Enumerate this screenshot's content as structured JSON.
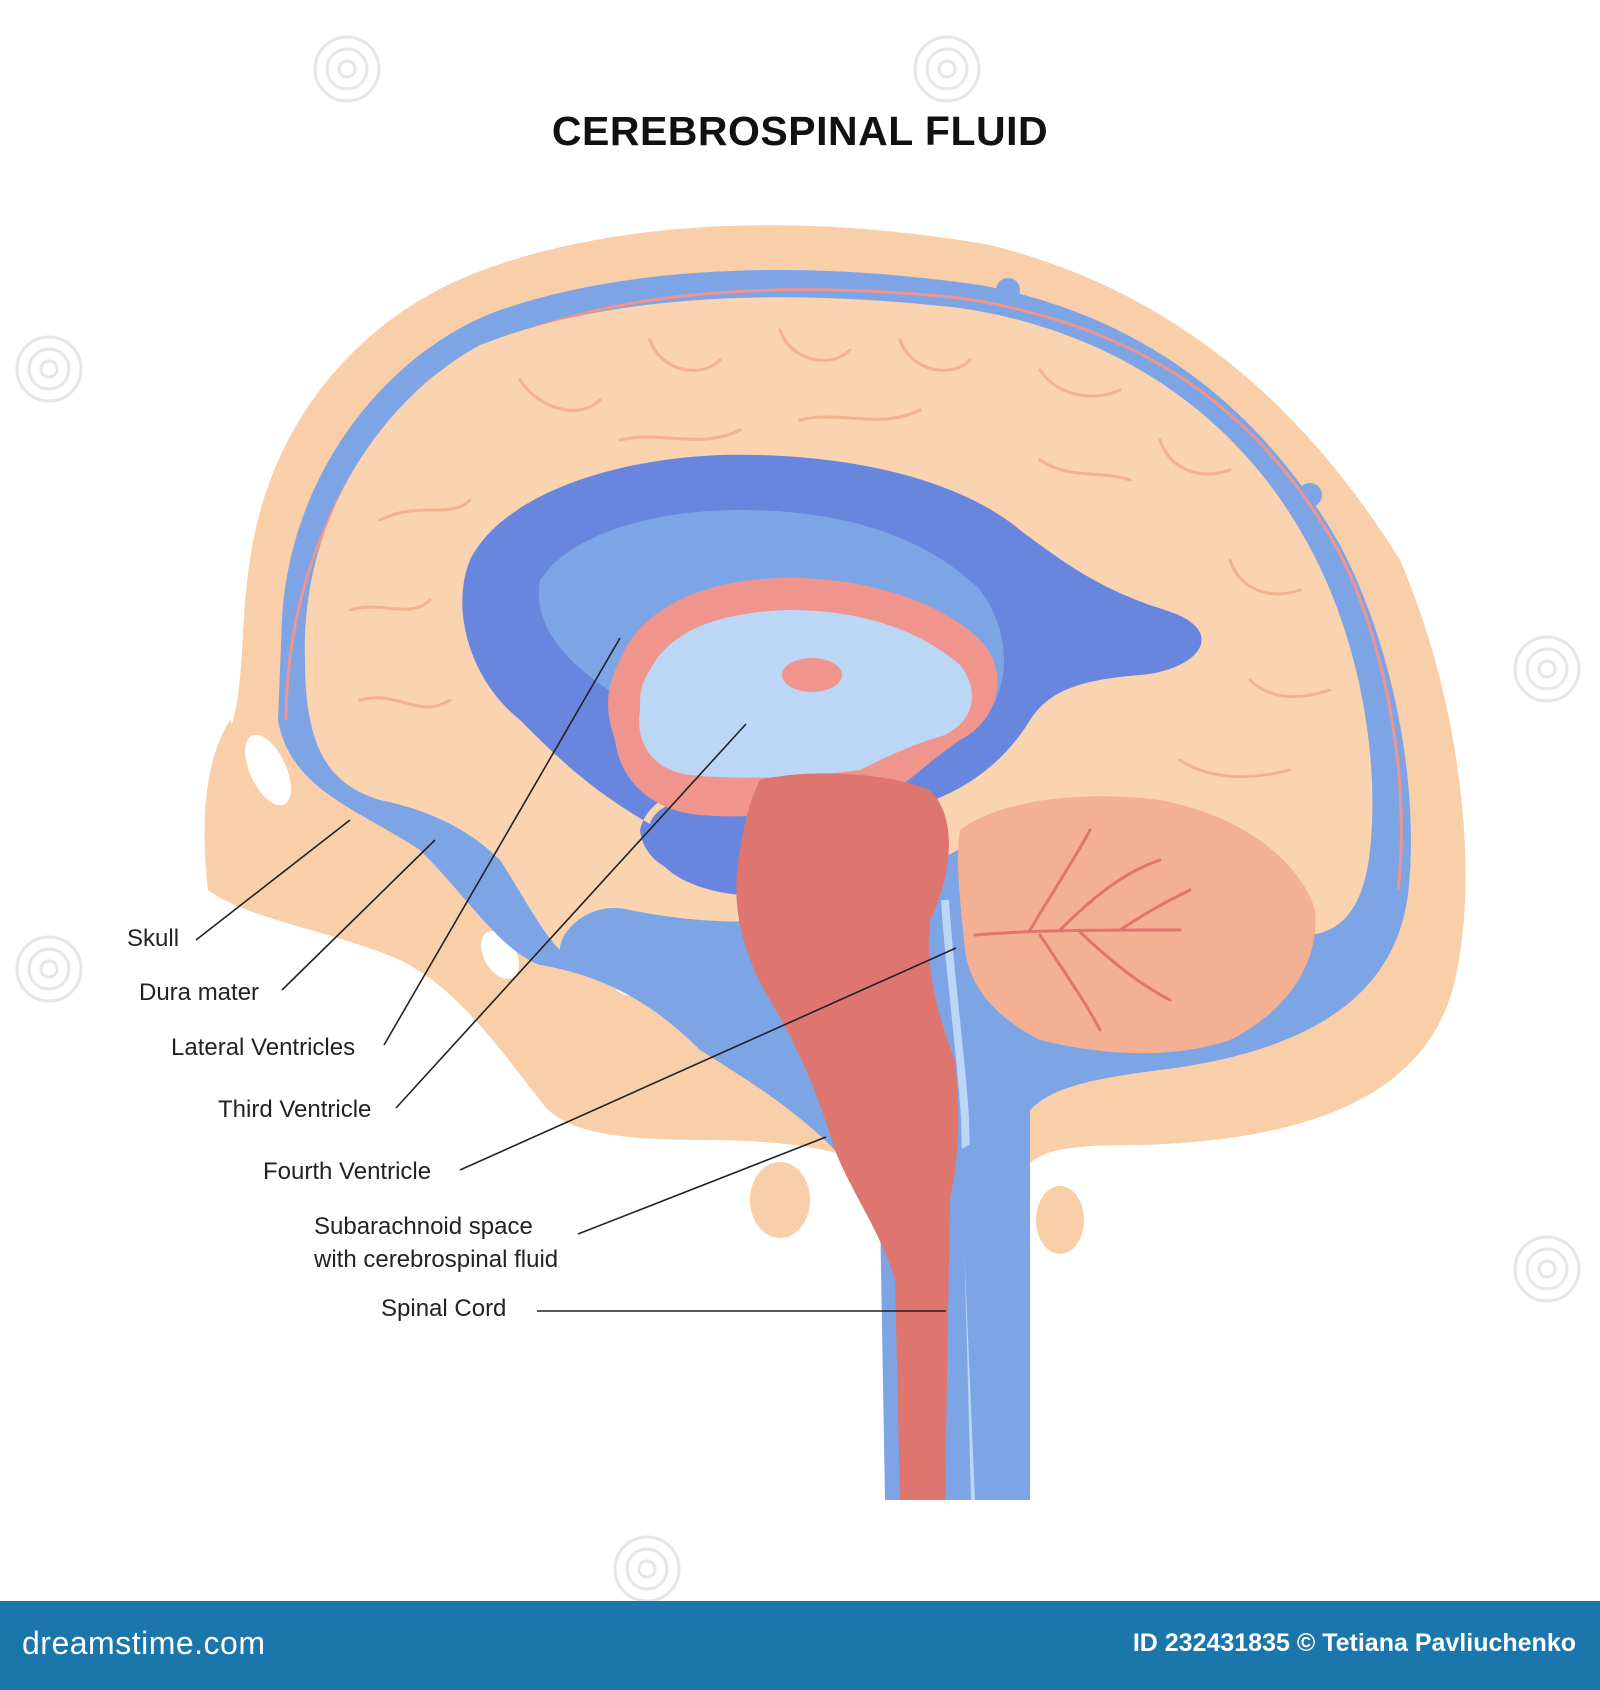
{
  "title": "CEREBROSPINAL FLUID",
  "labels": {
    "skull": "Skull",
    "dura_mater": "Dura mater",
    "lateral_ventricles": "Lateral Ventricles",
    "third_ventricle": "Third Ventricle",
    "fourth_ventricle": "Fourth Ventricle",
    "subarachnoid_line1": "Subarachnoid space",
    "subarachnoid_line2": "with cerebrospinal fluid",
    "spinal_cord": "Spinal Cord"
  },
  "footer": {
    "brand": "dreamstime.com",
    "credit": "ID 232431835 © Tetiana Pavliuchenko"
  },
  "colors": {
    "skull": "#f8cfa8",
    "csf": "#7da5e6",
    "brain": "#fad3b0",
    "ventricle_dark": "#6886dd",
    "ventricle_light": "#bcd6f6",
    "brainstem": "#de766f",
    "cerebellum": "#f3b092",
    "pink": "#f0958d",
    "footer": "#1b76ab"
  }
}
